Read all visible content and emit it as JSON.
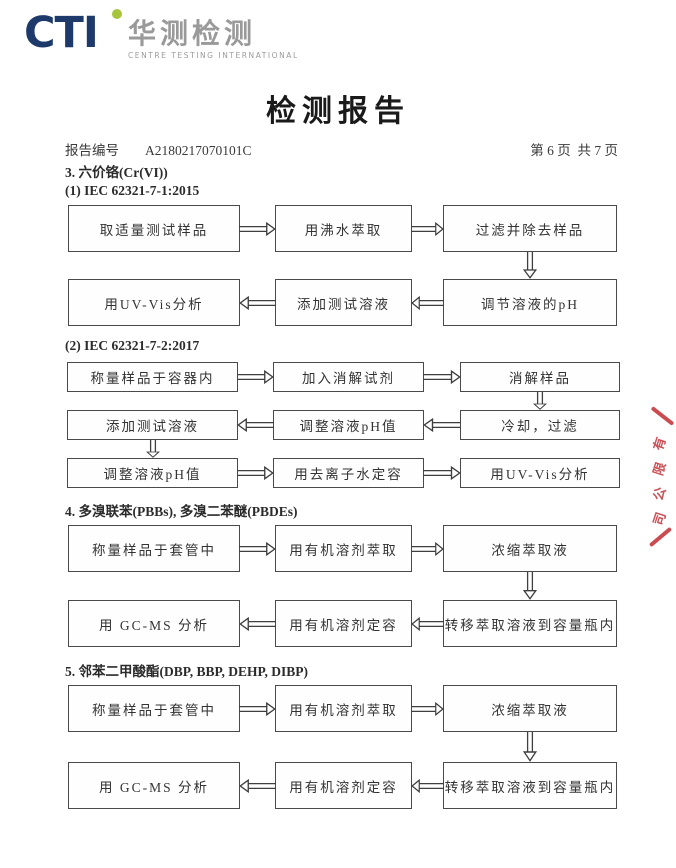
{
  "brand": {
    "acronym": "CTI",
    "name_cn": "华测检测",
    "name_en": "CENTRE TESTING INTERNATIONAL"
  },
  "doc": {
    "title": "检测报告",
    "report_no_label": "报告编号",
    "report_no": "A2180217070101C",
    "page_info": "第 6 页  共 7 页"
  },
  "stamp_text": "有限公司",
  "colors": {
    "brand_navy": "#1d3a6b",
    "brand_green": "#a6c43c",
    "brand_gray": "#9a9a9a",
    "stamp_red": "#c4383e",
    "ink": "#333333"
  },
  "blocks": [
    {
      "kind": "heading",
      "text": "3. 六价铬(Cr(VI))"
    },
    {
      "kind": "heading",
      "text": "(1) IEC 62321-7-1:2015"
    },
    {
      "kind": "flow",
      "rows": [
        {
          "dir": "right",
          "cells": [
            "取适量测试样品",
            "用沸水萃取",
            "过滤并除去样品"
          ],
          "down_after_col": 2
        },
        {
          "dir": "left",
          "cells": [
            "用UV-Vis分析",
            "添加测试溶液",
            "调节溶液的pH"
          ]
        }
      ]
    },
    {
      "kind": "heading",
      "text": "(2) IEC 62321-7-2:2017"
    },
    {
      "kind": "flow",
      "rows": [
        {
          "dir": "right",
          "cells": [
            "称量样品于容器内",
            "加入消解试剂",
            "消解样品"
          ],
          "down_after_col": 2
        },
        {
          "dir": "left",
          "cells": [
            "添加测试溶液",
            "调整溶液pH值",
            "冷却，过滤"
          ],
          "down_after_col": 0
        },
        {
          "dir": "right",
          "cells": [
            "调整溶液pH值",
            "用去离子水定容",
            "用UV-Vis分析"
          ]
        }
      ]
    },
    {
      "kind": "heading",
      "text": "4. 多溴联苯(PBBs), 多溴二苯醚(PBDEs)"
    },
    {
      "kind": "flow",
      "rows": [
        {
          "dir": "right",
          "cells": [
            "称量样品于套管中",
            "用有机溶剂萃取",
            "浓缩萃取液"
          ],
          "down_after_col": 2
        },
        {
          "dir": "left",
          "cells": [
            "用 GC-MS 分析",
            "用有机溶剂定容",
            "转移萃取溶液到容量瓶内"
          ]
        }
      ]
    },
    {
      "kind": "heading",
      "text": "5. 邻苯二甲酸酯(DBP, BBP, DEHP, DIBP)"
    },
    {
      "kind": "flow",
      "rows": [
        {
          "dir": "right",
          "cells": [
            "称量样品于套管中",
            "用有机溶剂萃取",
            "浓缩萃取液"
          ],
          "down_after_col": 2
        },
        {
          "dir": "left",
          "cells": [
            "用 GC-MS 分析",
            "用有机溶剂定容",
            "转移萃取溶液到容量瓶内"
          ]
        }
      ]
    }
  ]
}
